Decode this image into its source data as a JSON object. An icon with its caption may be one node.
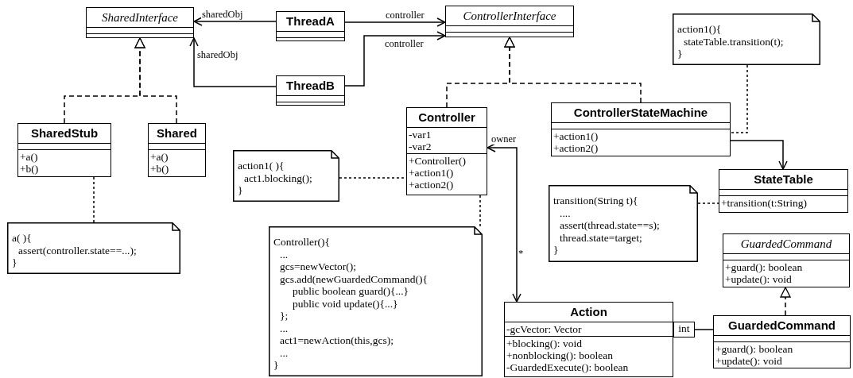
{
  "diagram": {
    "nodes": [
      {
        "text": [
          "SharedInterface"
        ]
      },
      {
        "text": [
          "ThreadA"
        ]
      },
      {
        "text": [
          "ThreadB"
        ]
      },
      {
        "text": [
          "ControllerInterface"
        ]
      },
      {
        "text": [
          "SharedStub",
          "+a()",
          "+b()"
        ]
      },
      {
        "text": [
          "Shared",
          "+a()",
          "+b()"
        ]
      },
      {
        "text": [
          "Controller",
          "-var1",
          "-var2",
          "+Controller()",
          "+action1()",
          "+action2()"
        ]
      },
      {
        "text": [
          "ControllerStateMachine",
          "+action1()",
          "+action2()"
        ]
      },
      {
        "text": [
          "action1(){",
          "stateTable.transition(t);",
          "}"
        ]
      },
      {
        "text": [
          "StateTable",
          "+transition(t:String)"
        ]
      },
      {
        "text": [
          "action1( ){",
          "act1.blocking();",
          "}"
        ]
      },
      {
        "text": [
          "transition(String t){",
          "....",
          "assert(thread.state==s);",
          "thread.state=target;",
          "}"
        ]
      },
      {
        "text": [
          "GuardedCommand",
          "+guard(): boolean",
          "+update(): void"
        ]
      },
      {
        "text": [
          "a( ){",
          "assert(controller.state==...);",
          "}"
        ]
      },
      {
        "text": [
          "Controller(){",
          "...",
          "gcs=newVector();",
          "gcs.add(newGuardedCommand(){",
          "public boolean guard(){...}",
          "public void update(){...}",
          "};",
          "...",
          "act1=newAction(this,gcs);",
          "...",
          "}"
        ]
      },
      {
        "text": [
          "Action",
          "-gcVector: Vector",
          "+blocking(): void",
          "+nonblocking(): boolean",
          "-GuardedExecute(): boolean"
        ]
      },
      {
        "text": [
          "GuardedCommand",
          "+guard(): boolean",
          "+update(): void"
        ]
      },
      {
        "text": [
          "int"
        ]
      }
    ],
    "edges": [
      {
        "from": 1,
        "to": 0,
        "arrow": "to",
        "label": "sharedObj"
      },
      {
        "from": 2,
        "to": 0,
        "arrow": "to",
        "label": "sharedObj"
      },
      {
        "from": 1,
        "to": 3,
        "arrow": "to",
        "label": "controller"
      },
      {
        "from": 2,
        "to": 3,
        "arrow": "to",
        "label": "controller"
      },
      {
        "from": 4,
        "to": 0,
        "arrow": "to",
        "style": "dashed"
      },
      {
        "from": 5,
        "to": 0,
        "arrow": "to",
        "style": "dashed"
      },
      {
        "from": 6,
        "to": 3,
        "arrow": "to",
        "style": "dashed"
      },
      {
        "from": 7,
        "to": 3,
        "arrow": "to",
        "style": "dashed"
      },
      {
        "from": 7,
        "to": 9,
        "arrow": "to"
      },
      {
        "from": 6,
        "to": 15,
        "arrow": "both"
      },
      {
        "from": 17,
        "to": 16,
        "arrow": "none"
      },
      {
        "from": 16,
        "to": 12,
        "arrow": "to",
        "style": "dashed"
      },
      {
        "from": 13,
        "to": 4,
        "arrow": "none",
        "style": "dashed"
      },
      {
        "from": 10,
        "to": 6,
        "arrow": "none",
        "style": "dashed"
      },
      {
        "from": 14,
        "to": 6,
        "arrow": "none",
        "style": "dashed"
      },
      {
        "from": 8,
        "to": 7,
        "arrow": "none",
        "style": "dashed"
      },
      {
        "from": 11,
        "to": 9,
        "arrow": "none",
        "style": "dashed"
      }
    ],
    "labels": [
      "owner",
      "*"
    ]
  }
}
